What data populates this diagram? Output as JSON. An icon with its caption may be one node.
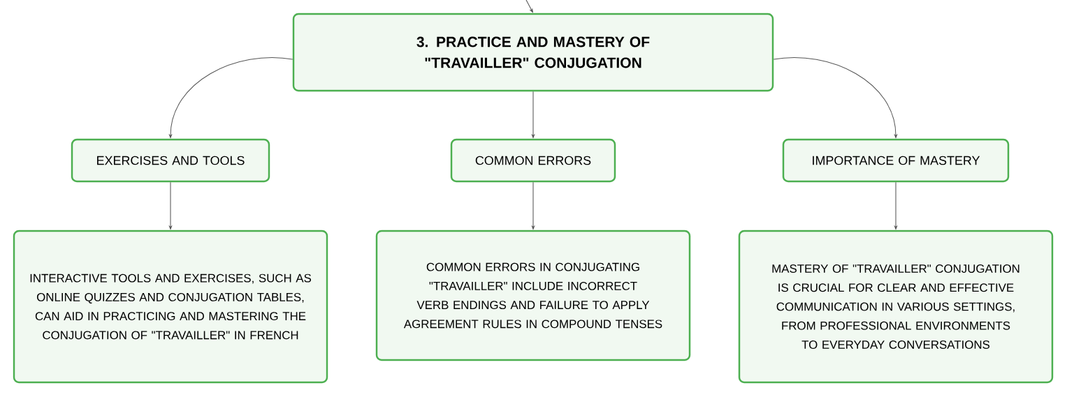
{
  "diagram": {
    "nodes": [
      {
        "text": [
          "3. PRACTICE AND MASTERY OF \"TRAVAILLER\" CONJUGATION"
        ]
      },
      {
        "text": [
          "EXERCISES AND TOOLS"
        ]
      },
      {
        "text": [
          "COMMON ERRORS"
        ]
      },
      {
        "text": [
          "IMPORTANCE OF MASTERY"
        ]
      },
      {
        "text": [
          "INTERACTIVE TOOLS AND EXERCISES, SUCH AS ONLINE QUIZZES AND CONJUGATION TABLES, CAN AID IN PRACTICING AND MASTERING THE CONJUGATION OF \"TRAVAILLER\" IN FRENCH"
        ]
      },
      {
        "text": [
          "COMMON ERRORS IN CONJUGATING \"TRAVAILLER\" INCLUDE INCORRECT VERB ENDINGS AND FAILURE TO APPLY AGREEMENT RULES IN COMPOUND TENSES"
        ]
      },
      {
        "text": [
          "MASTERY OF \"TRAVAILLER\" CONJUGATION IS CRUCIAL FOR CLEAR AND EFFECTIVE COMMUNICATION IN VARIOUS SETTINGS, FROM PROFESSIONAL ENVIRONMENTS TO EVERYDAY CONVERSATIONS"
        ]
      }
    ],
    "edges": [
      {
        "from": null,
        "to": 0,
        "arrow": "to"
      },
      {
        "from": 0,
        "to": 1,
        "arrow": "to"
      },
      {
        "from": 0,
        "to": 2,
        "arrow": "to"
      },
      {
        "from": 0,
        "to": 3,
        "arrow": "to"
      },
      {
        "from": 1,
        "to": 4,
        "arrow": "to"
      },
      {
        "from": 2,
        "to": 5,
        "arrow": "to"
      },
      {
        "from": 3,
        "to": 6,
        "arrow": "to"
      }
    ]
  }
}
